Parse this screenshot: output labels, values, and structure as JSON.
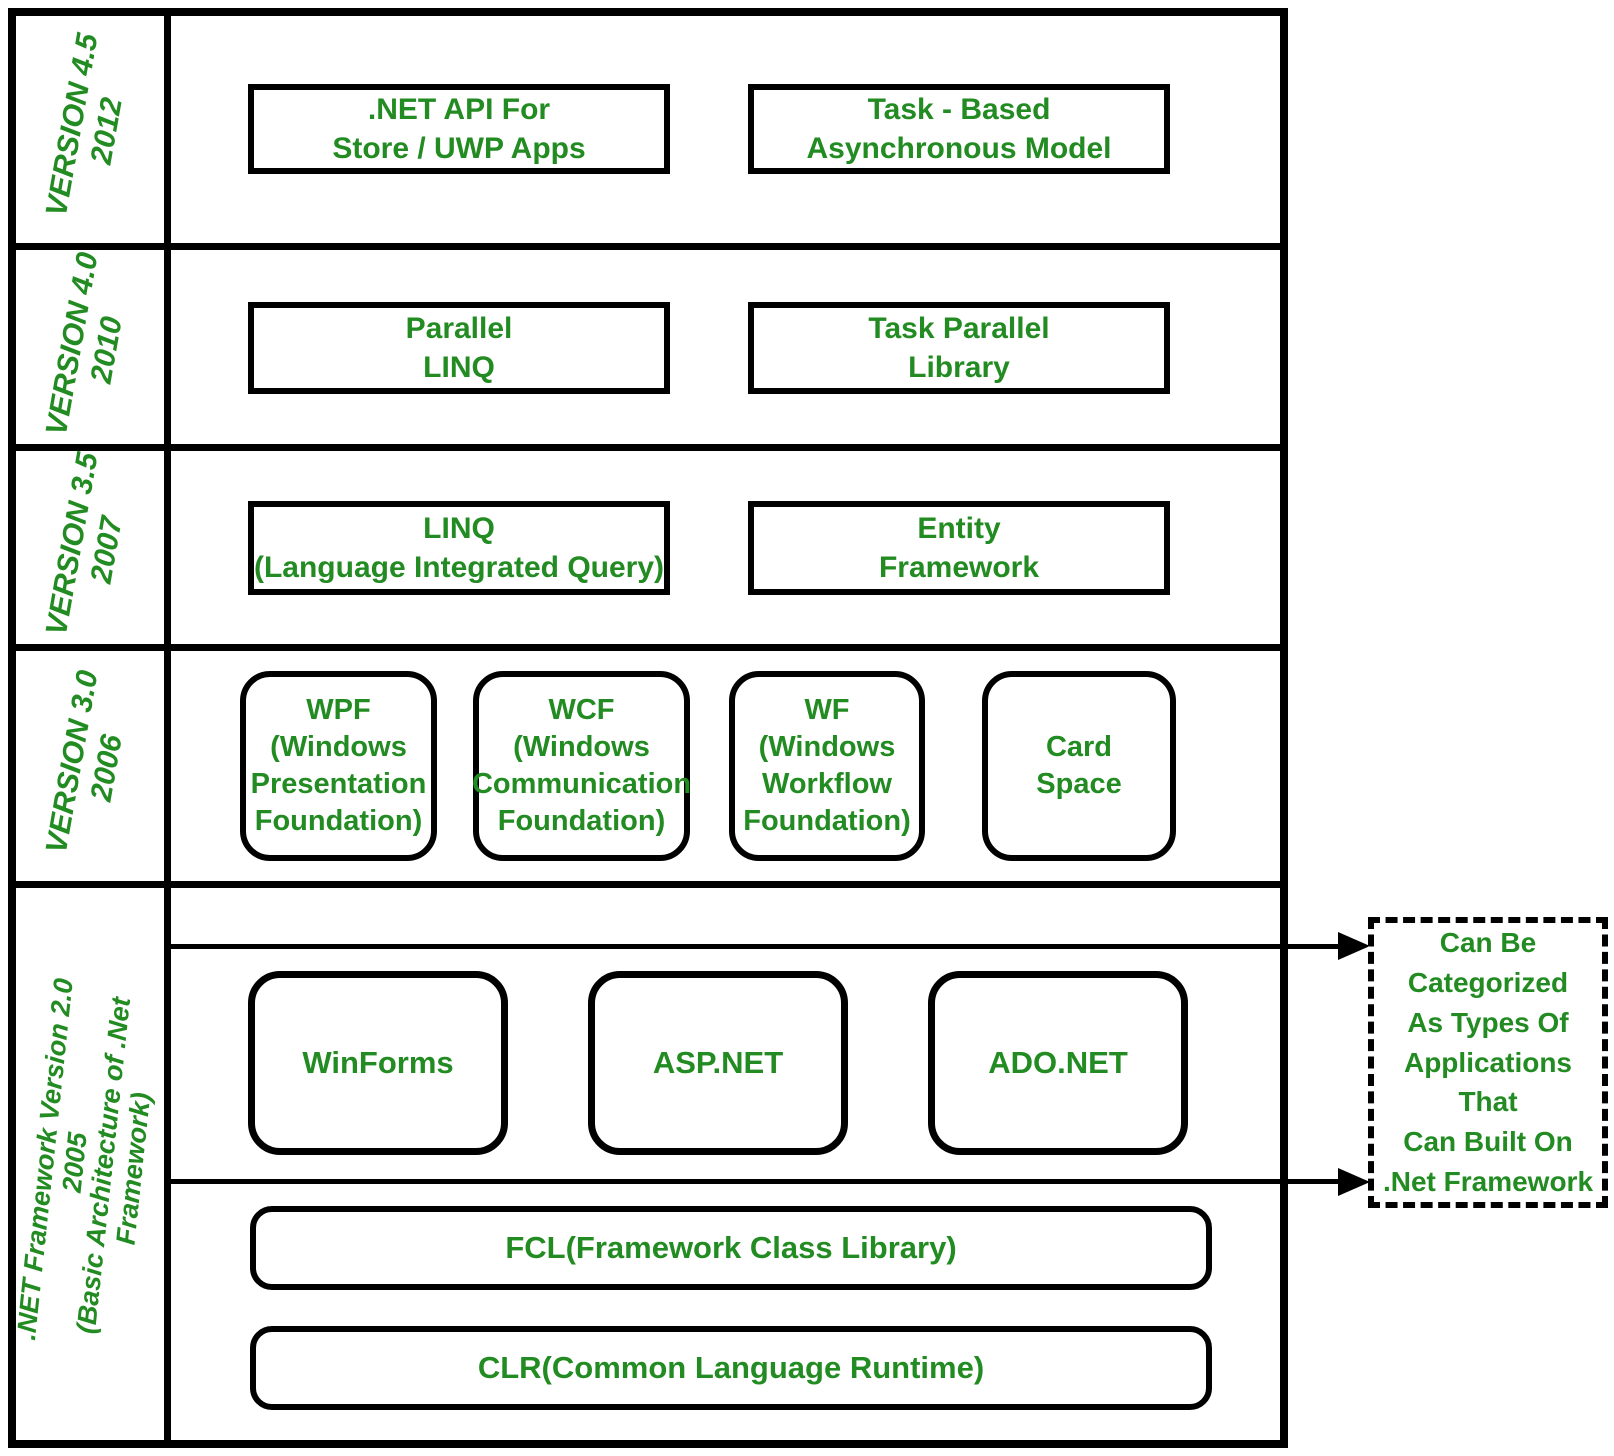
{
  "colors": {
    "text_green": "#228B22",
    "line_black": "#000000",
    "background": "#FFFFFF"
  },
  "rows": [
    {
      "label": "VERSION 4.5\n2012",
      "boxes": [
        {
          "text": ".NET API For\nStore / UWP Apps"
        },
        {
          "text": "Task - Based\nAsynchronous Model"
        }
      ]
    },
    {
      "label": "VERSION 4.0\n2010",
      "boxes": [
        {
          "text": "Parallel\nLINQ"
        },
        {
          "text": "Task Parallel\nLibrary"
        }
      ]
    },
    {
      "label": "VERSION 3.5\n2007",
      "boxes": [
        {
          "text": "LINQ\n(Language Integrated Query)"
        },
        {
          "text": "Entity\nFramework"
        }
      ]
    },
    {
      "label": "VERSION 3.0\n2006",
      "boxes": [
        {
          "text": "WPF\n(Windows\nPresentation\nFoundation)"
        },
        {
          "text": "WCF\n(Windows\nCommunication\nFoundation)"
        },
        {
          "text": "WF\n(Windows\nWorkflow\nFoundation)"
        },
        {
          "text": "Card\nSpace"
        }
      ]
    },
    {
      "label": ".NET Framework Version 2.0\n2005\n(Basic Architecture of .Net\nFramework)",
      "boxes": [
        {
          "text": "WinForms"
        },
        {
          "text": "ASP.NET"
        },
        {
          "text": "ADO.NET"
        }
      ],
      "layers": [
        {
          "text": "FCL(Framework Class Library)"
        },
        {
          "text": "CLR(Common Language Runtime)"
        }
      ]
    }
  ],
  "annotation": {
    "text": "Can Be\nCategorized\nAs Types Of\nApplications\nThat\nCan Built On\n.Net Framework"
  }
}
